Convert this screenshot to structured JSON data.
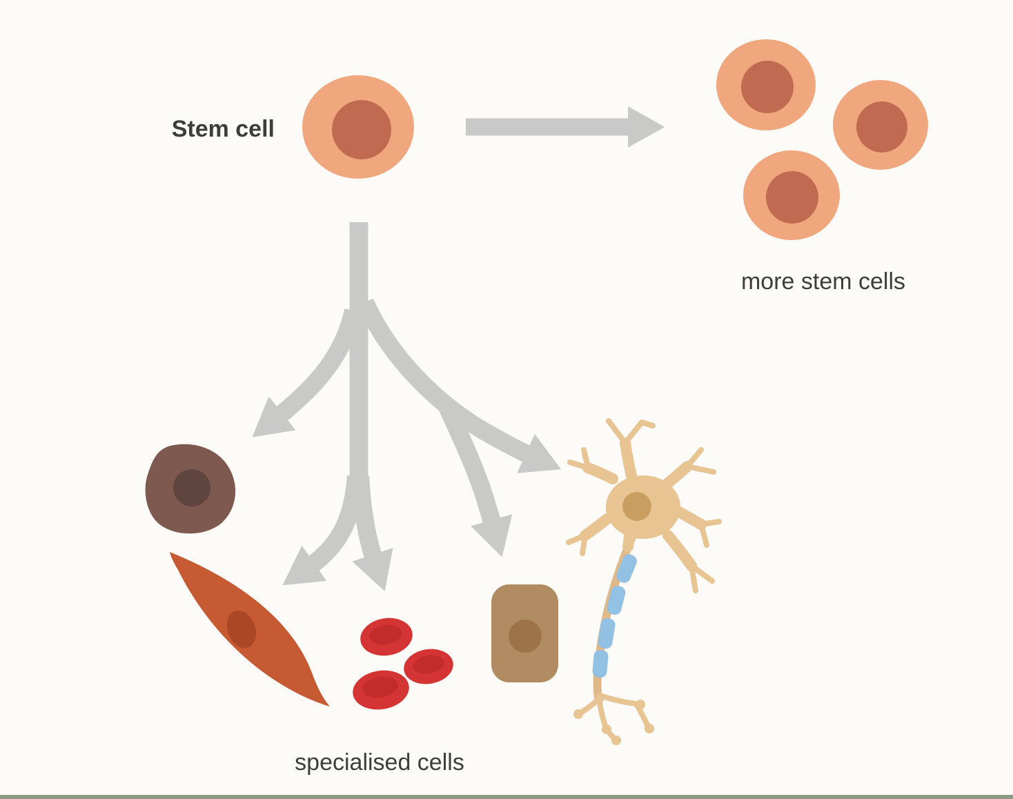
{
  "diagram": {
    "labels": {
      "stem_cell": "Stem cell",
      "more_stem_cells": "more stem cells",
      "specialised_cells": "specialised cells"
    },
    "colors": {
      "background": "#fcfbf7",
      "bottom_border": "#8b9b85",
      "arrow_gray": "#c9c9c7",
      "label_text": "#3d3d3b",
      "stem_cell_body": "#f1a77d",
      "stem_cell_nucleus": "#c06a51",
      "dark_cell_body": "#7d5950",
      "dark_cell_nucleus": "#60443e",
      "muscle_cell_body": "#c65a32",
      "muscle_cell_nucleus": "#ab4627",
      "red_blood_cell_body": "#d43534",
      "red_blood_cell_inner": "#c22d2b",
      "epithelial_cell_body": "#b18c62",
      "epithelial_cell_nucleus": "#9d7349",
      "nerve_cell_body": "#e7c492",
      "nerve_cell_nucleus": "#c89f60",
      "axon": "#dfb988",
      "myelin": "#93c1e3"
    }
  }
}
